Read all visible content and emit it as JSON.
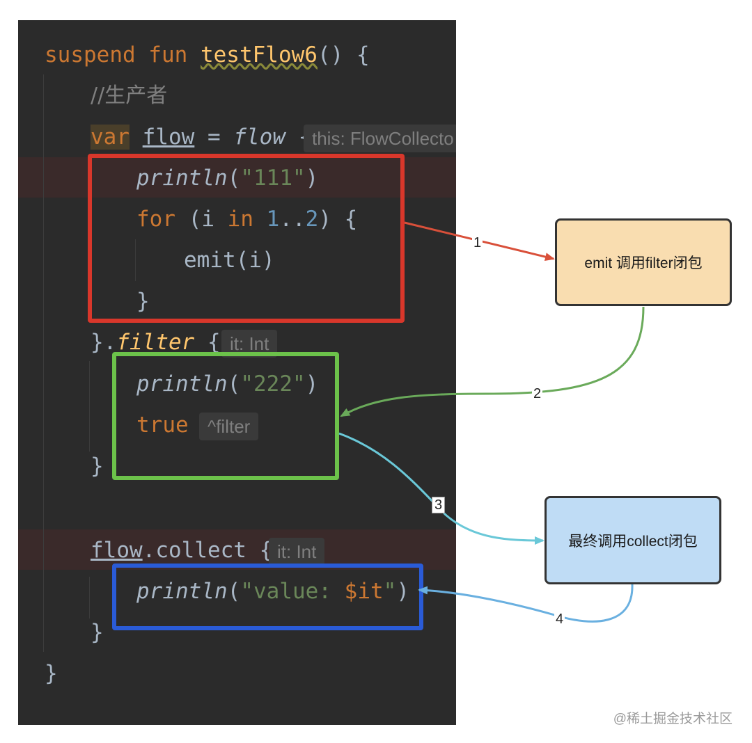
{
  "code": {
    "comment": "//生产者",
    "fun_keyword": "suspend fun",
    "fun_name": "testFlow6",
    "fun_tail": "() {",
    "var_keyword": "var",
    "var_name": "flow",
    "assign": " = ",
    "flow_builder": "flow",
    "brace": " {",
    "println_fn": "println",
    "str_111": "\"111\"",
    "for_keyword": "for",
    "in_keyword": "in",
    "range_start": "1",
    "range_dots": "..",
    "range_end": "2",
    "emit_call": "emit(i)",
    "close_brace": "}",
    "filter_fn": "filter",
    "str_222": "\"222\"",
    "true_keyword": "true",
    "collect_fn": "collect",
    "str_value_open": "\"value: ",
    "template_dollar": "$",
    "template_it": "it",
    "quote": "\""
  },
  "hints": {
    "flow_receiver": "this: FlowCollecto",
    "filter_param": "it: Int",
    "filter_return": "^filter",
    "collect_param": "it: Int"
  },
  "notes": {
    "emit_note": "emit  调用filter闭包",
    "collect_note": "最终调用collect闭包"
  },
  "steps": [
    "1",
    "2",
    "3",
    "4"
  ],
  "colors": {
    "editor_bg": "#2b2b2b",
    "emit_box": "#d9372b",
    "filter_box": "#6cc24a",
    "collect_box": "#2a5bd7",
    "arrow_1": "#d9503a",
    "arrow_2": "#6aaa5a",
    "arrow_3": "#6ac8d8",
    "arrow_4": "#6ab0e0",
    "note_emit_fill": "#f9ddb0",
    "note_collect_fill": "#bfdcf5"
  },
  "watermark": "@稀土掘金技术社区"
}
